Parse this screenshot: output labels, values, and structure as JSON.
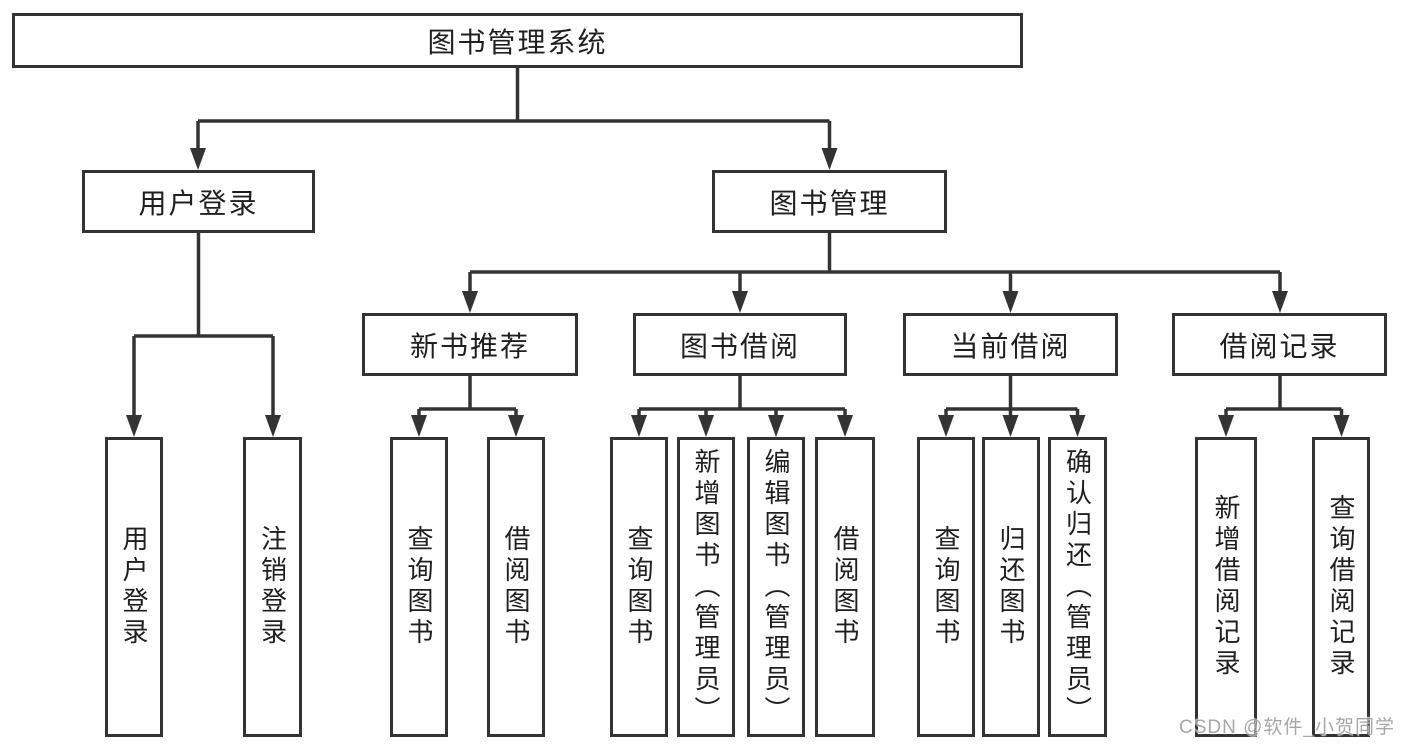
{
  "tree": {
    "label": "图书管理系统",
    "children": [
      {
        "label": "用户登录",
        "children": [
          {
            "label": "用户登录"
          },
          {
            "label": "注销登录"
          }
        ]
      },
      {
        "label": "图书管理",
        "children": [
          {
            "label": "新书推荐",
            "children": [
              {
                "label": "查询图书"
              },
              {
                "label": "借阅图书"
              }
            ]
          },
          {
            "label": "图书借阅",
            "children": [
              {
                "label": "查询图书"
              },
              {
                "label": "新增图书（管理员）"
              },
              {
                "label": "编辑图书（管理员）"
              },
              {
                "label": "借阅图书"
              }
            ]
          },
          {
            "label": "当前借阅",
            "children": [
              {
                "label": "查询图书"
              },
              {
                "label": "归还图书"
              },
              {
                "label": "确认归还（管理员）"
              }
            ]
          },
          {
            "label": "借阅记录",
            "children": [
              {
                "label": "新增借阅记录"
              },
              {
                "label": "查询借阅记录"
              }
            ]
          }
        ]
      }
    ]
  },
  "watermark": {
    "text": "CSDN @软件_小贺同学"
  },
  "colors": {
    "line": "#333333",
    "box-border": "#333333",
    "text": "#1f1f1f",
    "watermark": "#9e9e9e",
    "background": "#ffffff"
  }
}
